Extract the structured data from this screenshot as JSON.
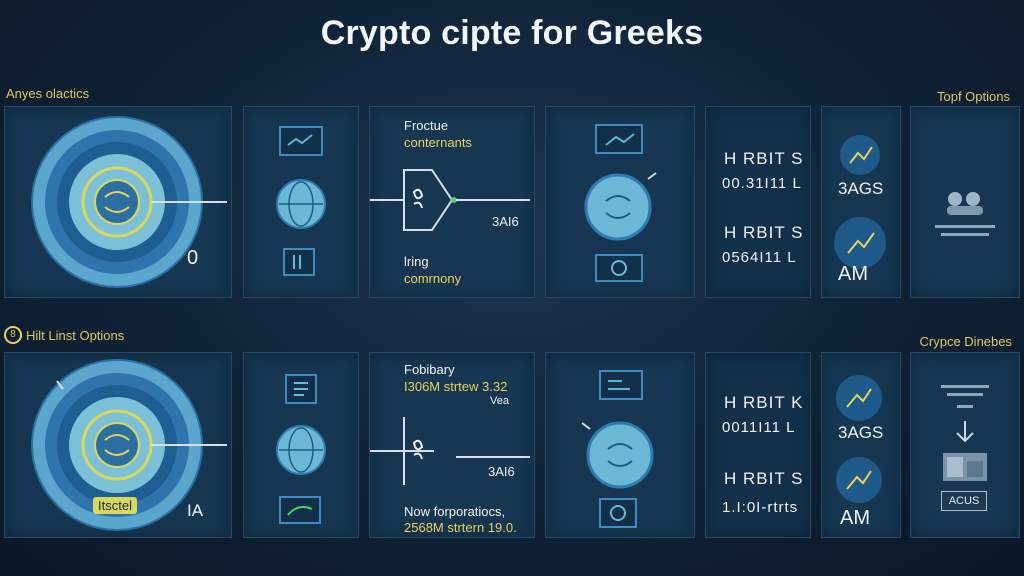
{
  "header": {
    "title": "Crypto cipte for Greeks"
  },
  "labels": {
    "top_left": "Anyes olactics",
    "top_right": "Topf Options",
    "bottom_left": "Hilt Linst Options",
    "bottom_left_badge": "8",
    "bottom_right": "Crypce Dinebes"
  },
  "row1": {
    "dial_value": "0",
    "text_top_1": "Froctue",
    "text_top_2": "conternants",
    "text_bot_1": "lring",
    "text_bot_2": "comrnony",
    "mid_code": "3AI6",
    "stat1_label": "H RBIT S",
    "stat1_value": "00.31I11 L",
    "stat2_label": "H RBIT S",
    "stat2_value": "0564I11 L",
    "tag1": "3AGS",
    "tag2": "AM"
  },
  "row2": {
    "dial_badge": "Itsctel",
    "dial_value": "IA",
    "text_top_1": "Fobibary",
    "text_top_2": "I306M strtew 3.32",
    "text_top_3": "Vea",
    "text_bot_1": "Now forporatiocs,",
    "text_bot_2": "2568M strtern 19.0.",
    "mid_code": "3AI6",
    "stat1_label": "H RBIT K",
    "stat1_value": "0011I11 L",
    "stat2_label": "H RBIT S",
    "stat2_value": "1.I:0I-rtrts",
    "tag1": "3AGS",
    "tag2": "AM",
    "button": "ACUS"
  },
  "colors": {
    "accent": "#e7d35b",
    "ring": "#2f7fb6",
    "bg": "#0f2236"
  }
}
